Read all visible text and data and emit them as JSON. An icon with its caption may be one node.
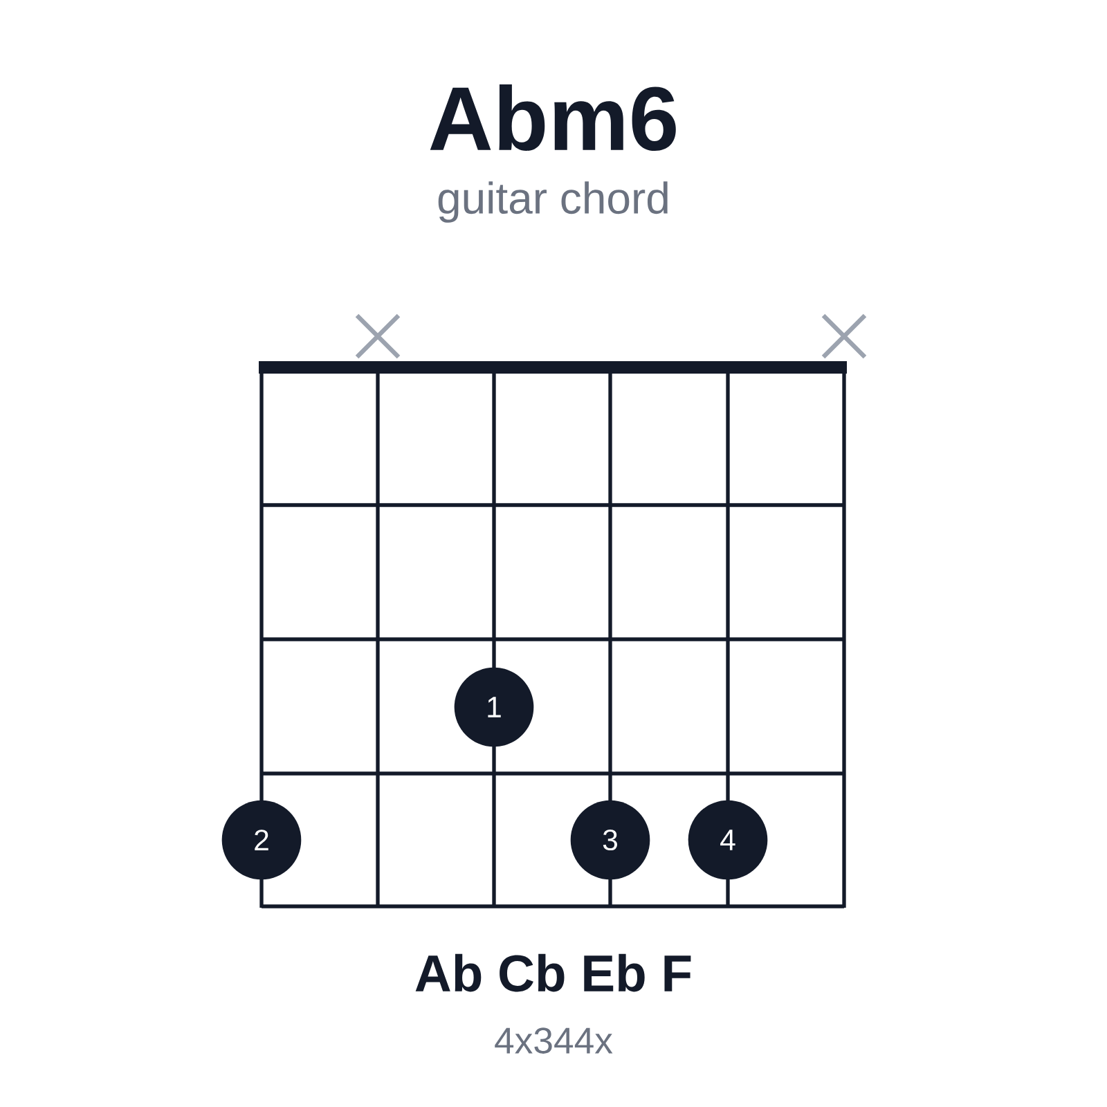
{
  "diagram": {
    "title": "Abm6",
    "nodes": [
      {
        "text": [
          "1"
        ]
      },
      {
        "text": [
          "2"
        ]
      },
      {
        "text": [
          "3"
        ]
      },
      {
        "text": [
          "4"
        ]
      }
    ],
    "labels": [
      "guitar chord",
      "Ab Cb Eb F",
      "4x344x"
    ]
  }
}
